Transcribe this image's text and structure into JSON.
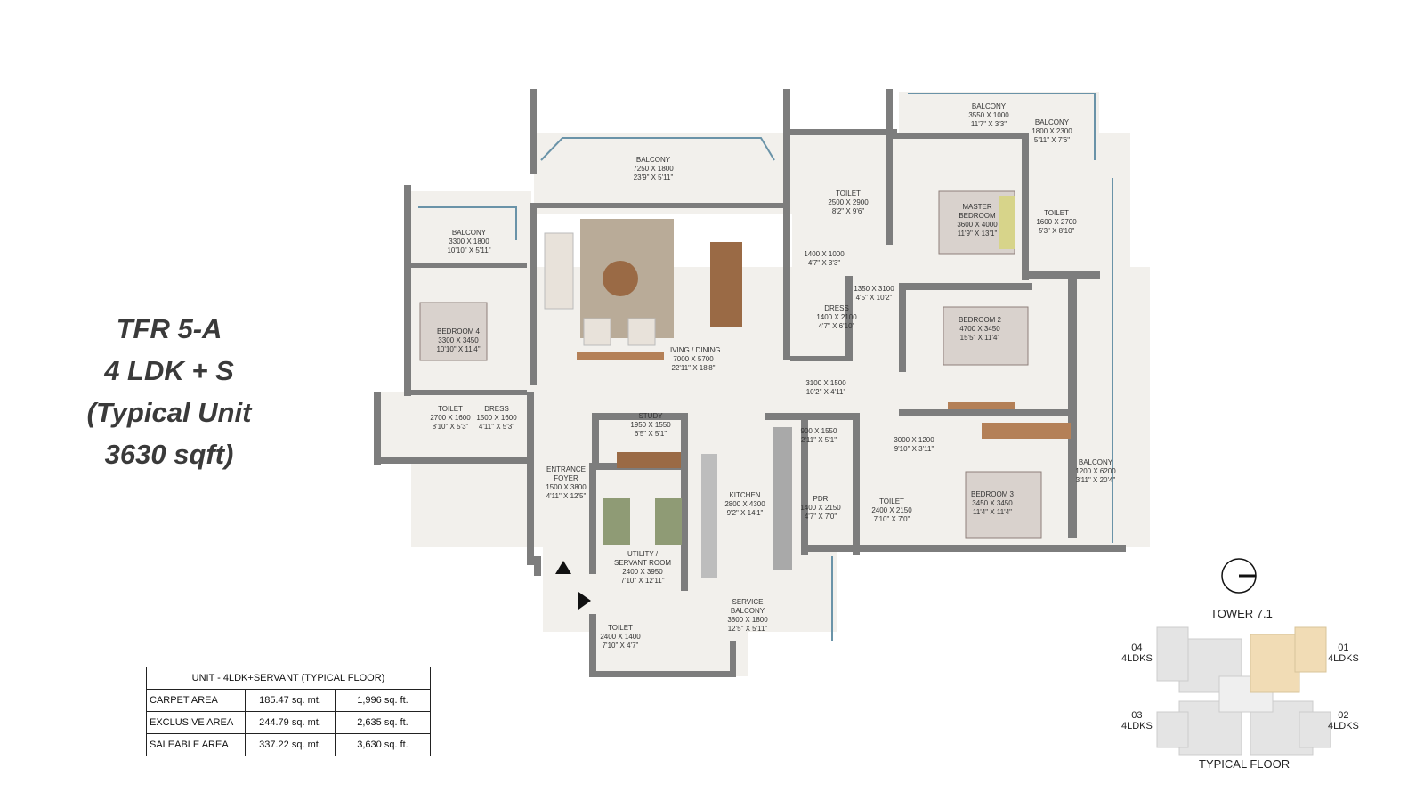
{
  "title": {
    "line1": "TFR 5-A",
    "line2": "4 LDK + S",
    "line3": "(Typical Unit",
    "line4": "3630 sqft)"
  },
  "rooms": {
    "balcony_main": {
      "name": "BALCONY",
      "mm": "7250 X 1800",
      "ft": "23'9\" X 5'11\""
    },
    "balcony_bed4": {
      "name": "BALCONY",
      "mm": "3300 X 1800",
      "ft": "10'10\" X 5'11\""
    },
    "bedroom4": {
      "name": "BEDROOM 4",
      "mm": "3300 X 3450",
      "ft": "10'10\" X 11'4\""
    },
    "living": {
      "name": "LIVING / DINING",
      "mm": "7000 X 5700",
      "ft": "22'11\" X 18'8\""
    },
    "toilet_master": {
      "name": "TOILET",
      "mm": "2500 X 2900",
      "ft": "8'2\" X 9'6\""
    },
    "wash_master": {
      "mm": "1400 X 1000",
      "ft": "4'7\" X 3'3\""
    },
    "dress_master": {
      "name": "DRESS",
      "mm": "1400 X 2100",
      "ft": "4'7\" X 6'10\""
    },
    "passage_master": {
      "mm": "1350 X 3100",
      "ft": "4'5\" X 10'2\""
    },
    "master": {
      "name1": "MASTER",
      "name2": "BEDROOM",
      "mm": "3600 X 4000",
      "ft": "11'9\" X 13'1\""
    },
    "balcony_master": {
      "name": "BALCONY",
      "mm": "3550 X 1000",
      "ft": "11'7\" X 3'3\""
    },
    "balcony_corner": {
      "name": "BALCONY",
      "mm": "1800 X 2300",
      "ft": "5'11\" X 7'6\""
    },
    "toilet_bed2": {
      "name": "TOILET",
      "mm": "1600 X 2700",
      "ft": "5'3\" X 8'10\""
    },
    "bedroom2": {
      "name": "BEDROOM 2",
      "mm": "4700 X 3450",
      "ft": "15'5\" X 11'4\""
    },
    "passage_main": {
      "mm": "3100 X 1500",
      "ft": "10'2\" X 4'11\""
    },
    "toilet_bed4": {
      "name": "TOILET",
      "mm": "2700 X 1600",
      "ft": "8'10\" X 5'3\""
    },
    "dress_bed4": {
      "name": "DRESS",
      "mm": "1500 X 1600",
      "ft": "4'11\" X 5'3\""
    },
    "study": {
      "name": "STUDY",
      "mm": "1950 X 1550",
      "ft": "6'5\" X 5'1\""
    },
    "foyer": {
      "name1": "ENTRANCE",
      "name2": "FOYER",
      "mm": "1500 X 3800",
      "ft": "4'11\" X 12'5\""
    },
    "kitchen": {
      "name": "KITCHEN",
      "mm": "2800 X 4300",
      "ft": "9'2\" X 14'1\""
    },
    "store": {
      "mm": "900 X 1550",
      "ft": "2'11\" X 5'1\""
    },
    "pdr": {
      "name": "PDR",
      "mm": "1400 X 2150",
      "ft": "4'7\" X 7'0\""
    },
    "toilet_bed3": {
      "name": "TOILET",
      "mm": "2400 X 2150",
      "ft": "7'10\" X 7'0\""
    },
    "passage_bed3": {
      "mm": "3000 X 1200",
      "ft": "9'10\" X 3'11\""
    },
    "bedroom3": {
      "name": "BEDROOM 3",
      "mm": "3450 X 3450",
      "ft": "11'4\" X 11'4\""
    },
    "balcony_bed3": {
      "name": "BALCONY",
      "mm": "1200 X 6200",
      "ft": "3'11\" X 20'4\""
    },
    "servant": {
      "name1": "UTILITY /",
      "name2": "SERVANT ROOM",
      "mm": "2400 X 3950",
      "ft": "7'10\" X 12'11\""
    },
    "service_balcony": {
      "name1": "SERVICE",
      "name2": "BALCONY",
      "mm": "3800 X 1800",
      "ft": "12'5\" X 5'11\""
    },
    "toilet_servant": {
      "name": "TOILET",
      "mm": "2400 X 1400",
      "ft": "7'10\" X 4'7\""
    }
  },
  "area_table": {
    "header": "UNIT - 4LDK+SERVANT (TYPICAL FLOOR)",
    "rows": [
      {
        "label": "CARPET AREA",
        "sqm": "185.47 sq. mt.",
        "sqft": "1,996 sq. ft."
      },
      {
        "label": "EXCLUSIVE AREA",
        "sqm": "244.79 sq. mt.",
        "sqft": "2,635 sq. ft."
      },
      {
        "label": "SALEABLE AREA",
        "sqm": "337.22 sq. mt.",
        "sqft": "3,630 sq. ft."
      }
    ]
  },
  "key_plan": {
    "tower": "TOWER 7.1",
    "floor": "TYPICAL FLOOR",
    "units": [
      {
        "num": "04",
        "type": "4LDKS"
      },
      {
        "num": "01",
        "type": "4LDKS"
      },
      {
        "num": "03",
        "type": "4LDKS"
      },
      {
        "num": "02",
        "type": "4LDKS"
      }
    ],
    "highlight_unit": "01",
    "highlight_color": "#f1dcb5"
  },
  "colors": {
    "wall": "#7d7d7d",
    "floor": "#f2f0ec",
    "rug": "#b9ab98",
    "bed": "#8f7f7a",
    "sage": "#8f9b75",
    "wood": "#9a6a45"
  }
}
